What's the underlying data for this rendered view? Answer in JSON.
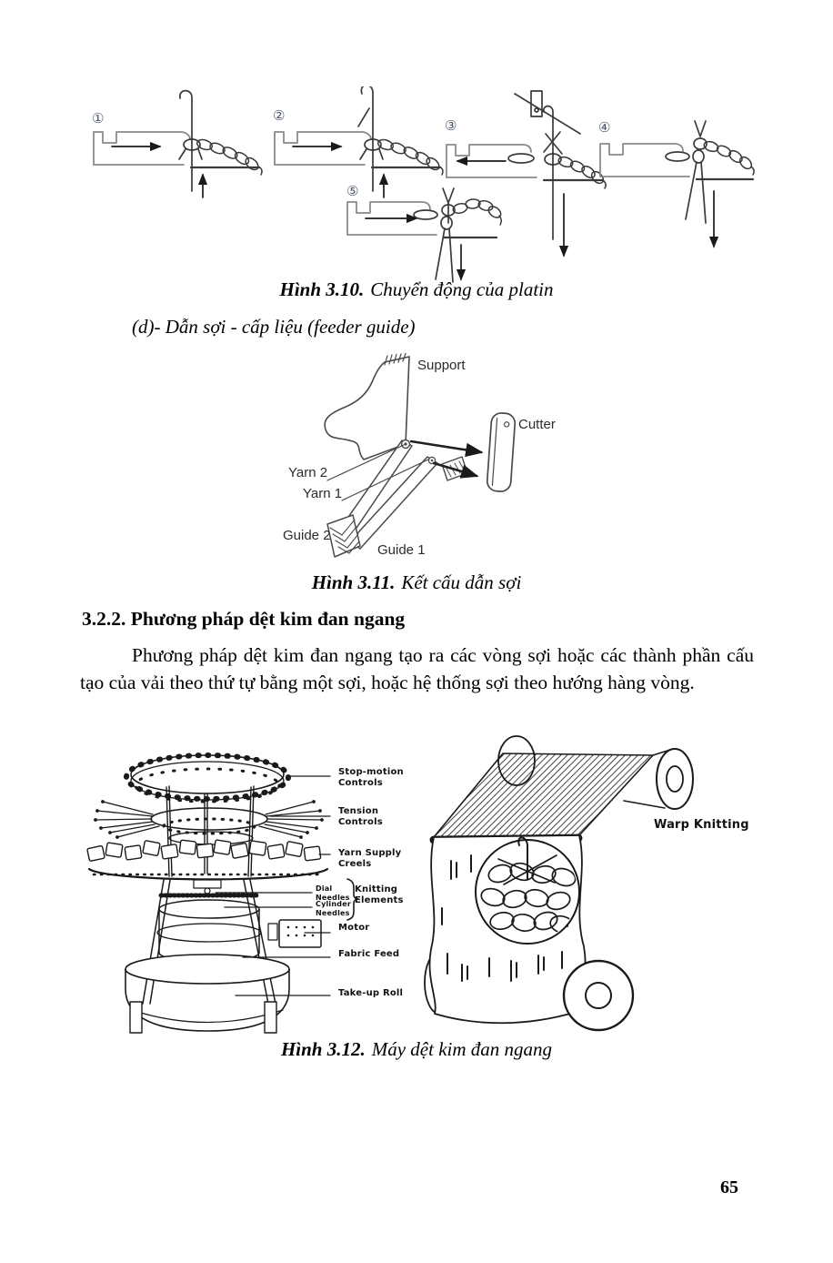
{
  "page_number": "65",
  "fig310": {
    "steps": [
      "①",
      "②",
      "③",
      "④",
      "⑤"
    ],
    "caption_label": "Hình 3.10.",
    "caption_title": "Chuyển động của platin"
  },
  "item_d": {
    "text": "(d)- Dẫn sợi - cấp liệu (feeder guide)"
  },
  "fig311": {
    "labels": {
      "support": "Support",
      "cutter": "Cutter",
      "yarn2": "Yarn 2",
      "yarn1": "Yarn 1",
      "guide2": "Guide 2",
      "guide1": "Guide 1"
    },
    "caption_label": "Hình 3.11.",
    "caption_title": "Kết cấu dẫn sợi"
  },
  "section": {
    "heading": "3.2.2. Phương pháp dệt kim đan ngang",
    "paragraph": "Phương pháp dệt kim đan ngang tạo ra các vòng sợi hoặc các thành phần cấu tạo của vải theo thứ tự bằng một sợi, hoặc hệ thống sợi theo hướng hàng vòng."
  },
  "fig312": {
    "labels": {
      "stop_motion": "Stop-motion\nControls",
      "tension": "Tension\nControls",
      "yarn_supply": "Yarn Supply\nCreels",
      "dial_needles": "Dial\nNeedles",
      "cylinder_needles": "Cylinder\nNeedles",
      "knitting_elements": "Knitting\nElements",
      "motor": "Motor",
      "fabric_feed": "Fabric Feed",
      "take_up": "Take-up Roll"
    },
    "warp_label": "Warp Knitting",
    "caption_label": "Hình 3.12.",
    "caption_title": "Máy dệt kim đan ngang"
  }
}
